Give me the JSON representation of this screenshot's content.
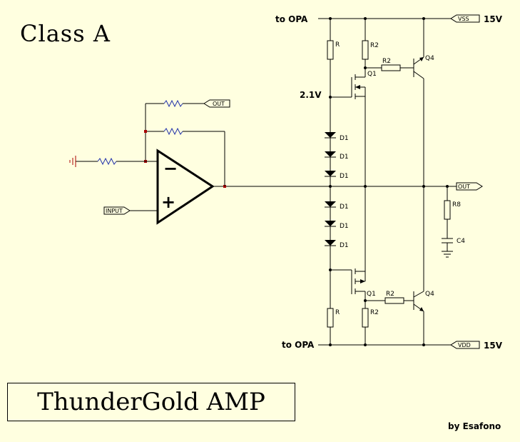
{
  "title": "Class A",
  "amp_name": "ThunderGold AMP",
  "author": "by Esafono",
  "labels": {
    "to_opa_top": "to OPA",
    "to_opa_bottom": "to OPA",
    "vss": "VSS",
    "vdd": "VDD",
    "v_top": "15V",
    "v_bottom": "15V",
    "bias": "2.1V",
    "out_top": "OUT",
    "out_right": "OUT",
    "input": "INPUT",
    "minus": "−",
    "plus": "+",
    "r_top": "R",
    "r_bottom": "R",
    "r2_top_v": "R2",
    "r2_top_h": "R2",
    "r2_bot_h": "R2",
    "r2_bot_v": "R2",
    "q1_top": "Q1",
    "q1_bot": "Q1",
    "q4_top": "Q4",
    "q4_bot": "Q4",
    "r8": "R8",
    "c4": "C4",
    "diodes": [
      "D1",
      "D1",
      "D1",
      "D1",
      "D1",
      "D1"
    ]
  },
  "colors": {
    "background": "#ffffe0",
    "resistor": "#2233aa",
    "node": "#aa0000",
    "ground": "#aa0000"
  }
}
